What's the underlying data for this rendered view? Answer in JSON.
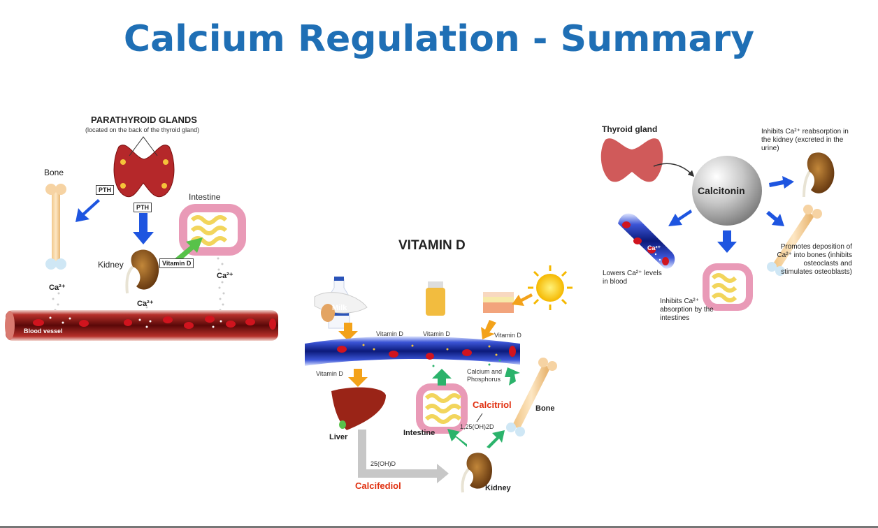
{
  "title": "Calcium Regulation - Summary",
  "colors": {
    "title": "#1f6fb5",
    "accent_red": "#e03010",
    "arrow_blue": "#1e55e0",
    "arrow_green": "#2bb36b",
    "arrow_orange": "#f3a21a"
  },
  "left_panel": {
    "heading": "PARATHYROID GLANDS",
    "subheading": "(located on the back of the thyroid gland)",
    "bone": "Bone",
    "intestine": "Intestine",
    "kidney": "Kidney",
    "pth_1": "PTH",
    "pth_2": "PTH",
    "vitamin_d_tag": "Vitamin D",
    "ca_1": "Ca²⁺",
    "ca_2": "Ca²⁺",
    "ca_3": "Ca²⁺",
    "blood_vessel": "Blood vessel"
  },
  "middle_panel": {
    "heading": "VITAMIN D",
    "milk": "Milk",
    "vd_1": "Vitamin D",
    "vd_2": "Vitamin D",
    "vd_3": "Vitamin D",
    "vd_4": "Vitamin D",
    "calcium_phosphorus": "Calcium and Phosphorus",
    "calcitriol": "Calcitriol",
    "calcitriol_formula": "1,25(OH)2D",
    "bone": "Bone",
    "liver": "Liver",
    "intestine": "Intestine",
    "kidney": "Kidney",
    "formula_25": "25(OH)D",
    "calcifediol": "Calcifediol"
  },
  "right_panel": {
    "thyroid": "Thyroid gland",
    "calcitonin": "Calcitonin",
    "ca_blood": "Ca²⁺",
    "kidney_note": "Inhibits Ca²⁺ reabsorption in the kidney (excreted in the urine)",
    "blood_note": "Lowers Ca²⁺ levels in blood",
    "intestine_note": "Inhibits Ca²⁺ absorption by the intestines",
    "bone_note": "Promotes deposition of Ca²⁺ into bones (inhibits osteoclasts and stimulates osteoblasts)"
  }
}
